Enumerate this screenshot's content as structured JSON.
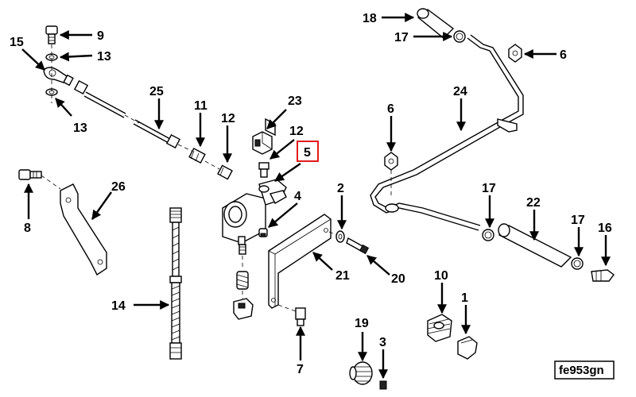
{
  "figure_id": "fe953gn",
  "highlighted_callout": "5",
  "highlight_color": "#e11b1b",
  "callouts": [
    {
      "key": "c9",
      "label": "9"
    },
    {
      "key": "c15",
      "label": "15"
    },
    {
      "key": "c13a",
      "label": "13"
    },
    {
      "key": "c13b",
      "label": "13"
    },
    {
      "key": "c25",
      "label": "25"
    },
    {
      "key": "c11",
      "label": "11"
    },
    {
      "key": "c12a",
      "label": "12"
    },
    {
      "key": "c23",
      "label": "23"
    },
    {
      "key": "c12b",
      "label": "12"
    },
    {
      "key": "c5",
      "label": "5"
    },
    {
      "key": "c4",
      "label": "4"
    },
    {
      "key": "c2",
      "label": "2"
    },
    {
      "key": "c26",
      "label": "26"
    },
    {
      "key": "c8",
      "label": "8"
    },
    {
      "key": "c21",
      "label": "21"
    },
    {
      "key": "c20",
      "label": "20"
    },
    {
      "key": "c14",
      "label": "14"
    },
    {
      "key": "c7",
      "label": "7"
    },
    {
      "key": "c19",
      "label": "19"
    },
    {
      "key": "c3",
      "label": "3"
    },
    {
      "key": "c18",
      "label": "18"
    },
    {
      "key": "c17a",
      "label": "17"
    },
    {
      "key": "c6a",
      "label": "6"
    },
    {
      "key": "c24",
      "label": "24"
    },
    {
      "key": "c6b",
      "label": "6"
    },
    {
      "key": "c17b",
      "label": "17"
    },
    {
      "key": "c22",
      "label": "22"
    },
    {
      "key": "c17c",
      "label": "17"
    },
    {
      "key": "c16",
      "label": "16"
    },
    {
      "key": "c10",
      "label": "10"
    },
    {
      "key": "c1",
      "label": "1"
    }
  ]
}
